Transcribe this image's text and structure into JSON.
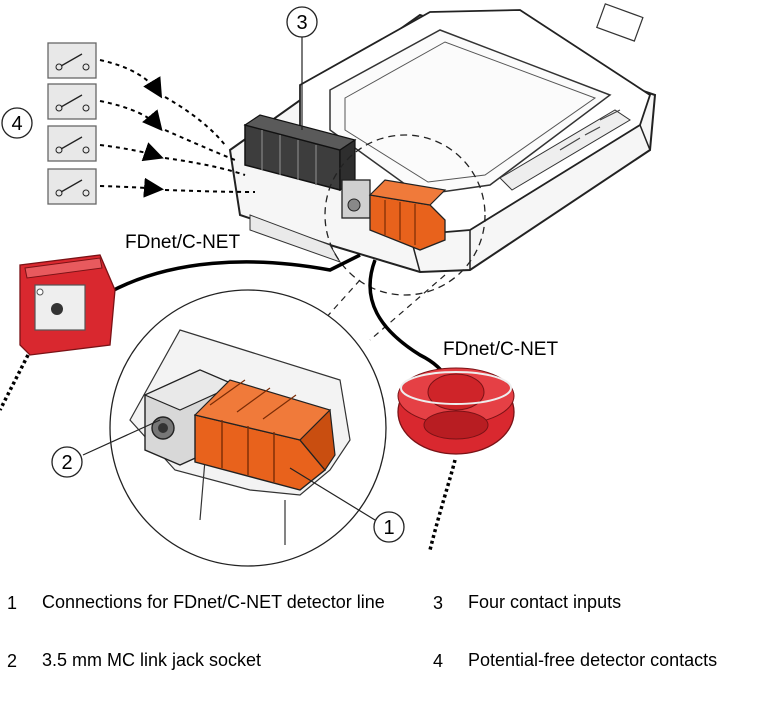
{
  "callouts": {
    "c1": "1",
    "c2": "2",
    "c3": "3",
    "c4": "4"
  },
  "cables": {
    "left": "FDnet/C-NET",
    "right": "FDnet/C-NET"
  },
  "legend": [
    {
      "num": "1",
      "text": "Connections for FDnet/C-NET detector line"
    },
    {
      "num": "2",
      "text": "3.5 mm MC link jack socket"
    },
    {
      "num": "3",
      "text": "Four contact inputs"
    },
    {
      "num": "4",
      "text": "Potential-free detector contacts"
    }
  ],
  "colors": {
    "terminal_orange": "#e8621c",
    "terminal_dark": "#4a4a4a",
    "device_red": "#d9282f",
    "housing_fill": "#f4f4f4",
    "housing_line": "#222222"
  },
  "icons": [
    "contact-switch-icon",
    "manual-call-point-icon",
    "smoke-detector-icon"
  ]
}
